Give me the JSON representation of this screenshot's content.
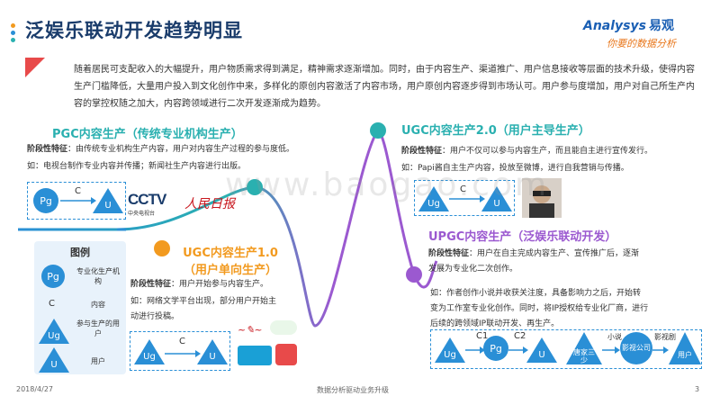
{
  "header": {
    "title": "泛娱乐联动开发趋势明显",
    "logo_brand": "Analysys",
    "logo_cn": "易观",
    "logo_tagline": "你要的数据分析"
  },
  "intro": {
    "text": "随着居民可支配收入的大幅提升，用户物质需求得到满足，精神需求逐渐增加。同时，由于内容生产、渠道推广、用户信息接收等层面的技术升级，使得内容生产门槛降低，大量用户投入到文化创作中来，多样化的原创内容激活了内容市场，用户原创内容逐步得到市场认可。用户参与度增加，用户对自己所生产内容的掌控权随之加大，内容跨领域进行二次开发逐渐成为趋势。"
  },
  "pgc": {
    "title": "PGC内容生产（传统专业机构生产）",
    "feature_label": "阶段性特征",
    "feature_text": "：由传统专业机构生产内容，用户对内容生产过程的参与度低。",
    "example": "如：电视台制作专业内容并传播；新闻社生产内容进行出版。",
    "node_p": "Pg",
    "node_c": "C",
    "node_u": "U",
    "logo_cctv": "CCTV",
    "logo_cctv_sub": "中央电视台",
    "logo_rmrb": "人民日报"
  },
  "ugc1": {
    "title_line1": "UGC内容生产1.0",
    "title_line2": "（用户单向生产）",
    "feature_label": "阶段性特征",
    "feature_text": "：用户开始参与内容生产。",
    "example_line1": "如：网络文学平台出现，部分用户开始主",
    "example_line2": "动进行投稿。",
    "node_ug": "Ug",
    "node_c": "C",
    "node_u": "U"
  },
  "ugc2": {
    "title": "UGC内容生产2.0（用户主导生产）",
    "feature_label": "阶段性特征",
    "feature_text": "：用户不仅可以参与内容生产，而且能自主进行宣传发行。",
    "example": "如：Papi酱自主生产内容，投放至微博，进行自我营销与传播。",
    "node_ug": "Ug",
    "node_c": "C",
    "node_u": "U"
  },
  "upgc": {
    "title": "UPGC内容生产（泛娱乐联动开发）",
    "feature_label": "阶段性特征",
    "feature_text": "：用户在自主完成内容生产、宣传推广后，逐渐",
    "feature_text2": "发展为专业化二次创作。",
    "example_line1": "如：作者创作小说并收获关注度，具备影响力之后，开始转",
    "example_line2": "变为工作室专业化创作。同时，将IP授权给专业化厂商，进行",
    "example_line3": "后续的跨领域IP联动开发、再生产。",
    "node_ug": "Ug",
    "node_c1": "C1",
    "node_pg": "Pg",
    "node_c2": "C2",
    "node_u": "U",
    "flow_author": "唐家三少",
    "flow_novel": "小说",
    "flow_company": "影视公司",
    "flow_drama": "影视剧",
    "flow_user": "用户"
  },
  "legend": {
    "title": "图例",
    "items": [
      {
        "symbol": "Pg",
        "label": "专业化生产机构"
      },
      {
        "symbol": "C",
        "label": "内容"
      },
      {
        "symbol": "Ug",
        "label": "参与生产的用户"
      },
      {
        "symbol": "U",
        "label": "用户"
      }
    ]
  },
  "footer": {
    "date": "2018/4/27",
    "center": "数据分析驱动业务升级",
    "page": "3"
  },
  "watermark": "www.baogao.com",
  "colors": {
    "blue": "#2a8fd6",
    "teal": "#2ab0b0",
    "orange": "#f29a1f",
    "purple": "#9b59d0",
    "title_blue": "#1a3c6b"
  }
}
